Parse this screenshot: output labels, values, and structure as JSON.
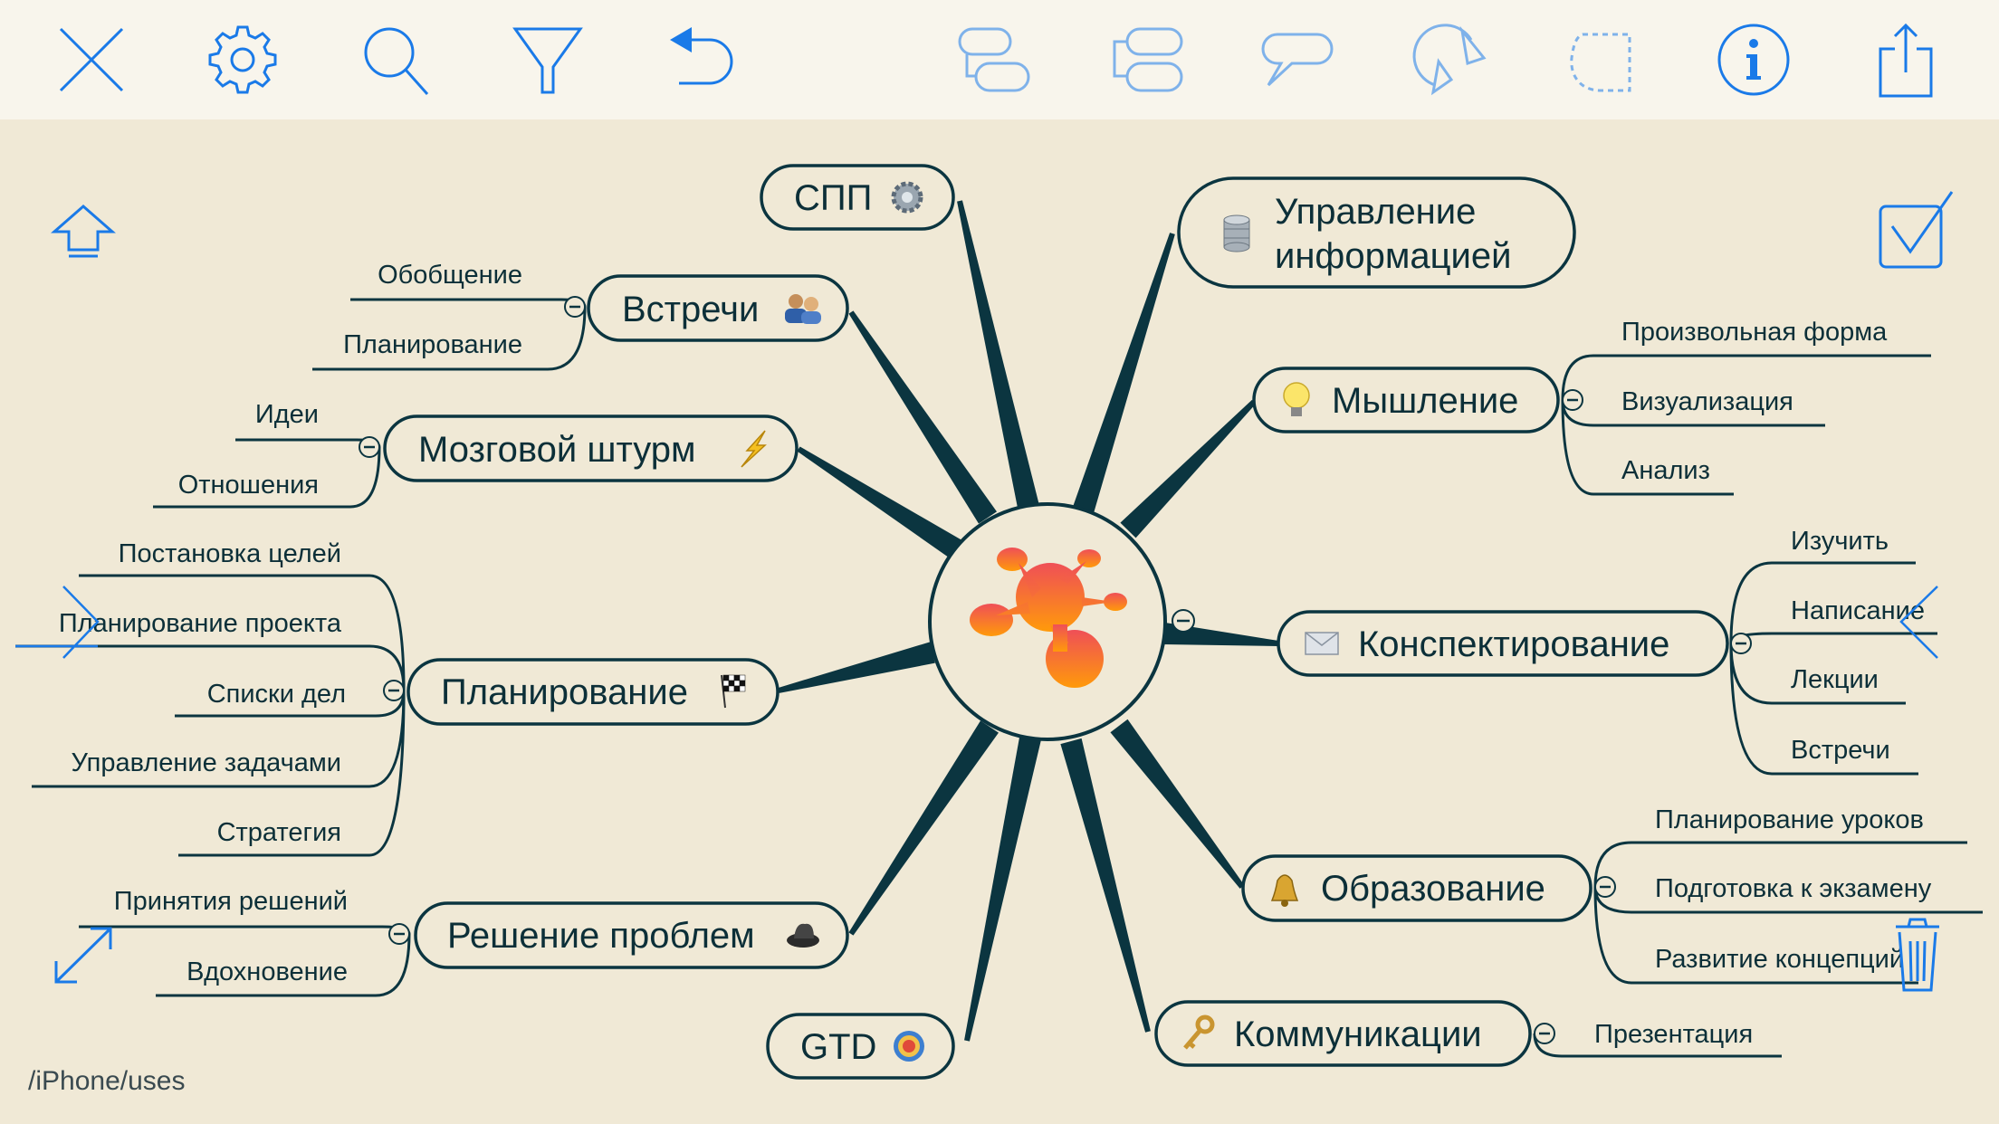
{
  "toolbar": {
    "buttons": [
      {
        "name": "close",
        "icon": "close-icon"
      },
      {
        "name": "settings",
        "icon": "gear-icon"
      },
      {
        "name": "search",
        "icon": "search-icon"
      },
      {
        "name": "filter",
        "icon": "filter-icon"
      },
      {
        "name": "undo",
        "icon": "undo-icon"
      },
      {
        "name": "add-subtopic",
        "icon": "subtopic-icon"
      },
      {
        "name": "add-topic",
        "icon": "topic-icon"
      },
      {
        "name": "add-callout",
        "icon": "callout-icon"
      },
      {
        "name": "add-relationship",
        "icon": "relationship-icon"
      },
      {
        "name": "add-boundary",
        "icon": "boundary-icon"
      },
      {
        "name": "info",
        "icon": "info-icon"
      },
      {
        "name": "share",
        "icon": "share-icon"
      }
    ],
    "accent": "#1a7ae8"
  },
  "map": {
    "center": {
      "icon": "app-logo"
    },
    "line_color": "#0b3540",
    "branches": [
      {
        "id": "spp",
        "label": [
          "СПП"
        ],
        "icon": "gear-icon",
        "leaves": []
      },
      {
        "id": "meetings",
        "label": [
          "Встречи"
        ],
        "icon": "people-icon",
        "leaves": [
          "Обобщение",
          "Планирование"
        ]
      },
      {
        "id": "brainstorm",
        "label": [
          "Мозговой штурм"
        ],
        "icon": "lightning-icon",
        "leaves": [
          "Идеи",
          "Отношения"
        ]
      },
      {
        "id": "planning",
        "label": [
          "Планирование"
        ],
        "icon": "checkered-flag-icon",
        "leaves": [
          "Постановка целей",
          "Планирование проекта",
          "Списки дел",
          "Управление задачами",
          "Стратегия"
        ]
      },
      {
        "id": "problems",
        "label": [
          "Решение проблем"
        ],
        "icon": "hat-icon",
        "leaves": [
          "Принятия решений",
          "Вдохновение"
        ]
      },
      {
        "id": "gtd",
        "label": [
          "GTD"
        ],
        "icon": "target-icon",
        "leaves": []
      },
      {
        "id": "info",
        "label": [
          "Управление",
          "информацией"
        ],
        "icon": "database-icon",
        "leaves": []
      },
      {
        "id": "thinking",
        "label": [
          "Мышление"
        ],
        "icon": "lightbulb-icon",
        "leaves": [
          "Произвольная форма",
          "Визуализация",
          "Анализ"
        ]
      },
      {
        "id": "notes",
        "label": [
          "Конспектирование"
        ],
        "icon": "envelope-icon",
        "leaves": [
          "Изучить",
          "Написание",
          "Лекции",
          "Встречи"
        ]
      },
      {
        "id": "education",
        "label": [
          "Образование"
        ],
        "icon": "bell-icon",
        "leaves": [
          "Планирование уроков",
          "Подготовка к экзамену",
          "Развитие концепций"
        ]
      },
      {
        "id": "communications",
        "label": [
          "Коммуникации"
        ],
        "icon": "key-icon",
        "leaves": [
          "Презентация"
        ]
      }
    ]
  },
  "footer": {
    "path": "/iPhone/uses"
  }
}
